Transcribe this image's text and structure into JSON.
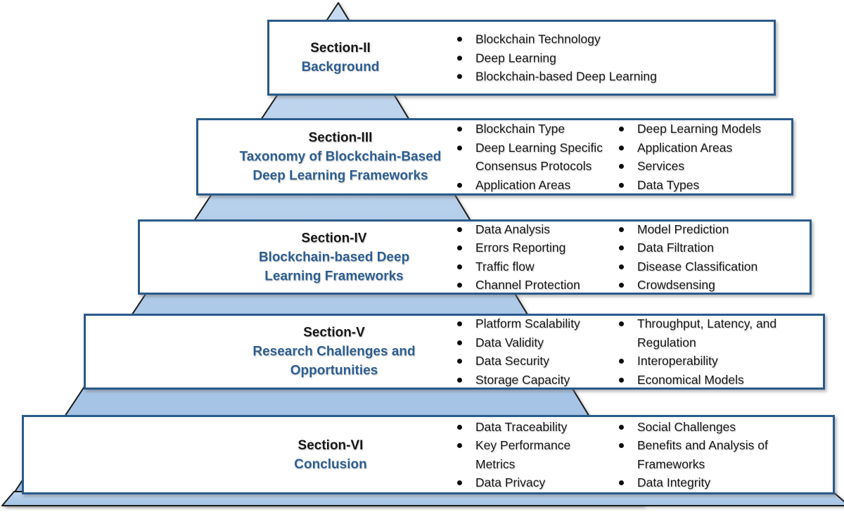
{
  "figure": {
    "type": "layered-pyramid-diagram",
    "description": "Paper organization pyramid: sections II-VI with topic bullets"
  },
  "colors": {
    "pyramid_fill_top": "#c7daf0",
    "pyramid_fill_bottom": "#9dbfe3",
    "pyramid_outline": "#1c1c1c",
    "box_border": "#2a5a8a",
    "section_title_blue": "#2c5d90",
    "text_black": "#151515",
    "background": "#ffffff"
  },
  "sections": [
    {
      "label": "Section-II",
      "title": "Background",
      "col1": [
        "Blockchain Technology",
        "Deep Learning",
        "Blockchain-based Deep Learning"
      ],
      "col2": []
    },
    {
      "label": "Section-III",
      "title": "Taxonomy of Blockchain-Based Deep Learning Frameworks",
      "col1": [
        "Blockchain Type",
        "Deep Learning Specific Consensus Protocols",
        "Application Areas"
      ],
      "col2": [
        "Deep Learning Models",
        "Application Areas",
        "Services",
        "Data Types"
      ]
    },
    {
      "label": "Section-IV",
      "title": "Blockchain-based Deep Learning Frameworks",
      "col1": [
        "Data Analysis",
        "Errors Reporting",
        "Traffic flow",
        "Channel Protection"
      ],
      "col2": [
        "Model Prediction",
        "Data Filtration",
        "Disease Classification",
        "Crowdsensing"
      ]
    },
    {
      "label": "Section-V",
      "title": "Research Challenges and Opportunities",
      "col1": [
        "Platform Scalability",
        "Data Validity",
        "Data Security",
        "Storage Capacity"
      ],
      "col2": [
        "Throughput, Latency, and Regulation",
        "Interoperability",
        "Economical Models"
      ]
    },
    {
      "label": "Section-VI",
      "title": "Conclusion",
      "col1": [
        "Data Traceability",
        "Key Performance Metrics",
        "Data Privacy"
      ],
      "col2": [
        "Social Challenges",
        "Benefits and Analysis of Frameworks",
        "Data Integrity"
      ]
    }
  ]
}
